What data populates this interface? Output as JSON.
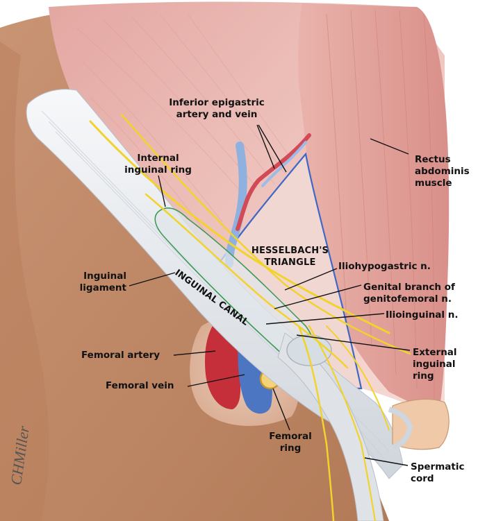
{
  "labels": {
    "inferior_epigastric": "Inferior epigastric\nartery and vein",
    "rectus": "Rectus\nabdominis\nmuscle",
    "internal_ring": "Internal\ninguinal ring",
    "hesselbach": "HESSELBACH'S\nTRIANGLE",
    "inguinal_canal": "INGUINAL CANAL",
    "inguinal_ligament": "Inguinal\nligament",
    "iliohypogastric": "Iliohypogastric n.",
    "genital_branch": "Genital branch of\ngenitofemoral n.",
    "ilioinguinal": "Ilioinguinal n.",
    "external_ring": "External\ninguinal\nring",
    "femoral_artery": "Femoral artery",
    "femoral_vein": "Femoral vein",
    "femoral_ring": "Femoral\nring",
    "spermatic_cord": "Spermatic\ncord"
  },
  "signature": "CHMiller",
  "colors": {
    "skin": "#bf8a66",
    "muscle": "#e8b0a8",
    "rectus": "#e2a49c",
    "ligament": "#e9ecef",
    "nerve": "#f2d22c",
    "artery": "#c7303a",
    "vein": "#4f79c4",
    "triangle_outline": "#3f67c4",
    "canal_outline": "#3f9a55"
  }
}
